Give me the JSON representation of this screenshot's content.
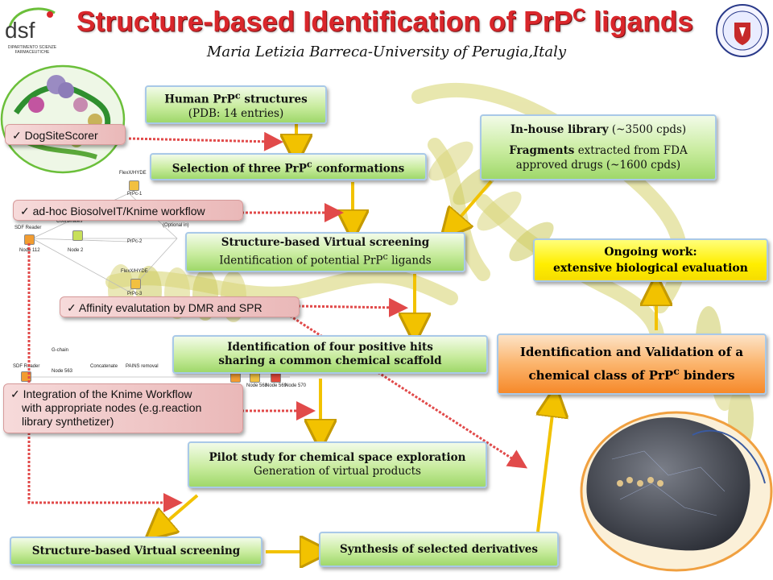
{
  "header": {
    "title_main": "Structure-based Identification of PrP",
    "title_sup": "C",
    "title_end": " ligands",
    "subtitle": "Maria Letizia Barreca-University of Perugia,Italy"
  },
  "logo_left": {
    "mark": "dsf",
    "caption": "DIPARTIMENTO SCIENZE FARMACEUTICHE"
  },
  "boxes": {
    "human_structures": {
      "line1_bold": "Human PrP",
      "line1_sup": "c",
      "line1_end": " structures",
      "line2": "(PDB: 14 entries)"
    },
    "selection": {
      "text": "Selection of three PrP",
      "sup": "c",
      "end": " conformations"
    },
    "inhouse": {
      "line1_bold": "In-house library",
      "line1": " (~3500 cpds)",
      "line2_bold": "Fragments",
      "line2": " extracted from FDA",
      "line3": "approved drugs (~1600 cpds)"
    },
    "vs1": {
      "line1": "Structure-based Virtual screening",
      "line2": "Identification of potential PrP",
      "line2_sup": "c",
      "line2_end": " ligands"
    },
    "ongoing": {
      "line1": "Ongoing work:",
      "line2": "extensive  biological evaluation"
    },
    "hits": {
      "line1": "Identification of  four positive hits",
      "line2": "sharing a common chemical scaffold"
    },
    "validation": {
      "line1": "Identification and Validation of a",
      "line2": "chemical class of PrP",
      "line2_sup": "c",
      "line2_end": " binders"
    },
    "pilot": {
      "line1": "Pilot study for  chemical space exploration",
      "line2": "Generation of virtual products"
    },
    "vs2": {
      "text": "Structure-based Virtual screening"
    },
    "synthesis": {
      "text": "Synthesis of selected  derivatives"
    }
  },
  "tools": {
    "dogsite": "✓ DogSiteScorer",
    "biosolve": "✓ ad-hoc BiosolveIT/Knime  workflow",
    "affinity": "✓ Affinity evalutation  by DMR and SPR",
    "integration": [
      "✓ Integration  of the Knime Workflow",
      "with appropriate nodes (e.g.reaction",
      "library synthetizer)"
    ]
  },
  "workflow_labels": {
    "top": [
      "FlexX/HYDE",
      "PrPc-1",
      "Coordinates",
      "PrPc-2",
      "(Optional in)",
      "FlexX/HYDE",
      "PrPc-3",
      "SDF Reader",
      "Node 112",
      "Node 2"
    ],
    "bottom": [
      "SDF Reader",
      "G-chain",
      "Node 563",
      "Concatenate",
      "PAINS removal",
      "Node 568",
      "Node 569",
      "Node 570"
    ]
  },
  "colors": {
    "title_red": "#d9262b",
    "green_box": "#b9e38a",
    "yellow_box": "#ffee00",
    "orange_box": "#f8a04a",
    "tool_box": "#eec4c4",
    "arrow_yellow": "#f2c200",
    "arrow_red_dotted": "#e14a4a"
  }
}
